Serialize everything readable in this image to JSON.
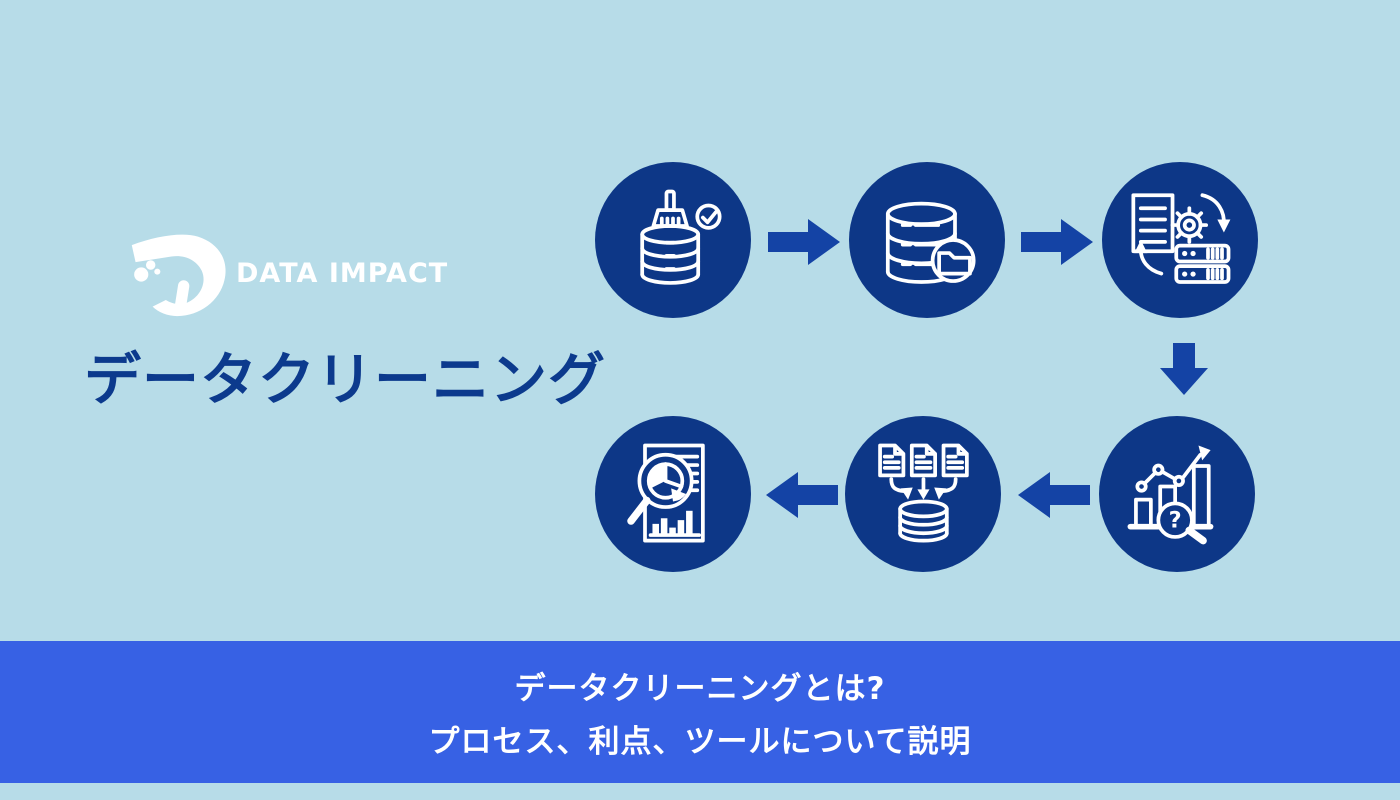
{
  "colors": {
    "bg": "#b7dce8",
    "navy": "#0d3787",
    "arrow": "#1443a5",
    "bar": "#3761e4",
    "title": "#0c3a8d",
    "white": "#ffffff"
  },
  "logo": {
    "brand": "DATA IMPACT",
    "icon": "data-impact-d-logo"
  },
  "page": {
    "title": "データクリーニング"
  },
  "flow": {
    "steps": [
      {
        "icon": "database-brush-check-icon"
      },
      {
        "icon": "database-folder-icon"
      },
      {
        "icon": "document-gear-server-sync-icon"
      },
      {
        "icon": "bar-chart-magnifier-question-icon"
      },
      {
        "icon": "documents-merge-database-icon"
      },
      {
        "icon": "report-pie-chart-magnifier-icon"
      }
    ],
    "connectors": [
      "arrow-right",
      "arrow-right",
      "arrow-down",
      "arrow-left",
      "arrow-left"
    ]
  },
  "footer": {
    "line1": "データクリーニングとは?",
    "line2": "プロセス、利点、ツールについて説明"
  }
}
